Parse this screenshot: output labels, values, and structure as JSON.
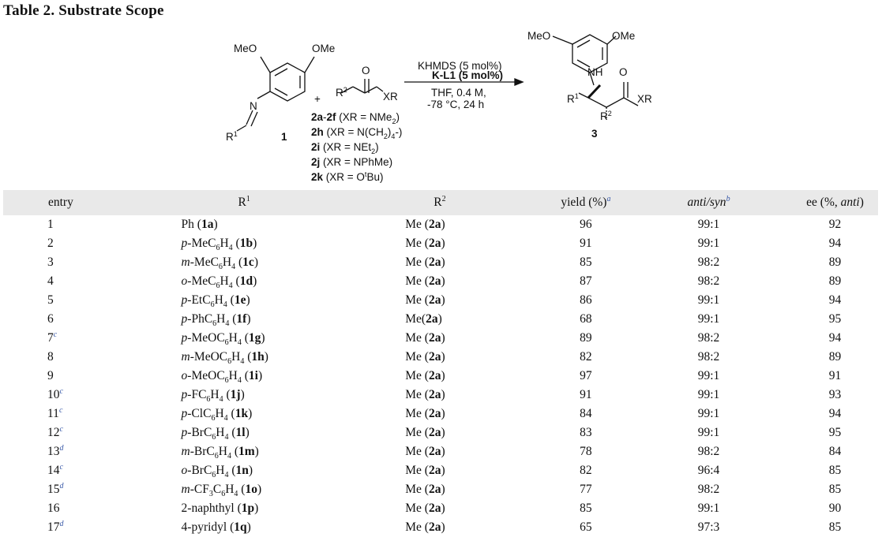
{
  "title": "Table 2. Substrate Scope",
  "scheme": {
    "reagent_line1": "KHMDS (5 mol%)",
    "reagent_line2": "K-L1 (5 mol%)",
    "cond_line1": "THF, 0.4 M,",
    "cond_line2": "-78 °C, 24 h",
    "plus": "+",
    "compound1_label": "1",
    "product_label": "3",
    "amide_options": [
      {
        "id": "2a-2f",
        "xr": "NMe2"
      },
      {
        "id": "2h",
        "xr": "N(CH2)4-"
      },
      {
        "id": "2i",
        "xr": "NEt2"
      },
      {
        "id": "2j",
        "xr": "NPhMe"
      },
      {
        "id": "2k",
        "xr": "OtBu"
      }
    ]
  },
  "headers": {
    "entry": "entry",
    "r1": "R1",
    "r2": "R2",
    "yield": "yield (%)",
    "yield_fn": "a",
    "anti_syn": "anti/syn",
    "anti_syn_fn": "b",
    "ee": "ee (%, anti)"
  },
  "rows": [
    {
      "entry": "1",
      "fn": "",
      "r1": "Ph (1a)",
      "r2": "Me (2a)",
      "yield": "96",
      "as": "99:1",
      "ee": "92"
    },
    {
      "entry": "2",
      "fn": "",
      "r1": "p-MeC6H4 (1b)",
      "r2": "Me (2a)",
      "yield": "91",
      "as": "99:1",
      "ee": "94"
    },
    {
      "entry": "3",
      "fn": "",
      "r1": "m-MeC6H4 (1c)",
      "r2": "Me (2a)",
      "yield": "85",
      "as": "98:2",
      "ee": "89"
    },
    {
      "entry": "4",
      "fn": "",
      "r1": "o-MeC6H4 (1d)",
      "r2": "Me (2a)",
      "yield": "87",
      "as": "98:2",
      "ee": "89"
    },
    {
      "entry": "5",
      "fn": "",
      "r1": "p-EtC6H4 (1e)",
      "r2": "Me (2a)",
      "yield": "86",
      "as": "99:1",
      "ee": "94"
    },
    {
      "entry": "6",
      "fn": "",
      "r1": "p-PhC6H4 (1f)",
      "r2": "Me(2a)",
      "yield": "68",
      "as": "99:1",
      "ee": "95"
    },
    {
      "entry": "7",
      "fn": "c",
      "r1": "p-MeOC6H4 (1g)",
      "r2": "Me (2a)",
      "yield": "89",
      "as": "98:2",
      "ee": "94"
    },
    {
      "entry": "8",
      "fn": "",
      "r1": "m-MeOC6H4 (1h)",
      "r2": "Me (2a)",
      "yield": "82",
      "as": "98:2",
      "ee": "89"
    },
    {
      "entry": "9",
      "fn": "",
      "r1": "o-MeOC6H4 (1i)",
      "r2": "Me (2a)",
      "yield": "97",
      "as": "99:1",
      "ee": "91"
    },
    {
      "entry": "10",
      "fn": "c",
      "r1": "p-FC6H4 (1j)",
      "r2": "Me (2a)",
      "yield": "91",
      "as": "99:1",
      "ee": "93"
    },
    {
      "entry": "11",
      "fn": "c",
      "r1": "p-ClC6H4 (1k)",
      "r2": "Me (2a)",
      "yield": "84",
      "as": "99:1",
      "ee": "94"
    },
    {
      "entry": "12",
      "fn": "c",
      "r1": "p-BrC6H4 (1l)",
      "r2": "Me (2a)",
      "yield": "83",
      "as": "99:1",
      "ee": "95"
    },
    {
      "entry": "13",
      "fn": "d",
      "r1": "m-BrC6H4 (1m)",
      "r2": "Me (2a)",
      "yield": "78",
      "as": "98:2",
      "ee": "84"
    },
    {
      "entry": "14",
      "fn": "c",
      "r1": "o-BrC6H4 (1n)",
      "r2": "Me (2a)",
      "yield": "82",
      "as": "96:4",
      "ee": "85"
    },
    {
      "entry": "15",
      "fn": "d",
      "r1": "m-CF3C6H4 (1o)",
      "r2": "Me (2a)",
      "yield": "77",
      "as": "98:2",
      "ee": "85"
    },
    {
      "entry": "16",
      "fn": "",
      "r1": "2-naphthyl (1p)",
      "r2": "Me (2a)",
      "yield": "85",
      "as": "99:1",
      "ee": "90"
    },
    {
      "entry": "17",
      "fn": "d",
      "r1": "4-pyridyl (1q)",
      "r2": "Me (2a)",
      "yield": "65",
      "as": "97:3",
      "ee": "85"
    }
  ]
}
